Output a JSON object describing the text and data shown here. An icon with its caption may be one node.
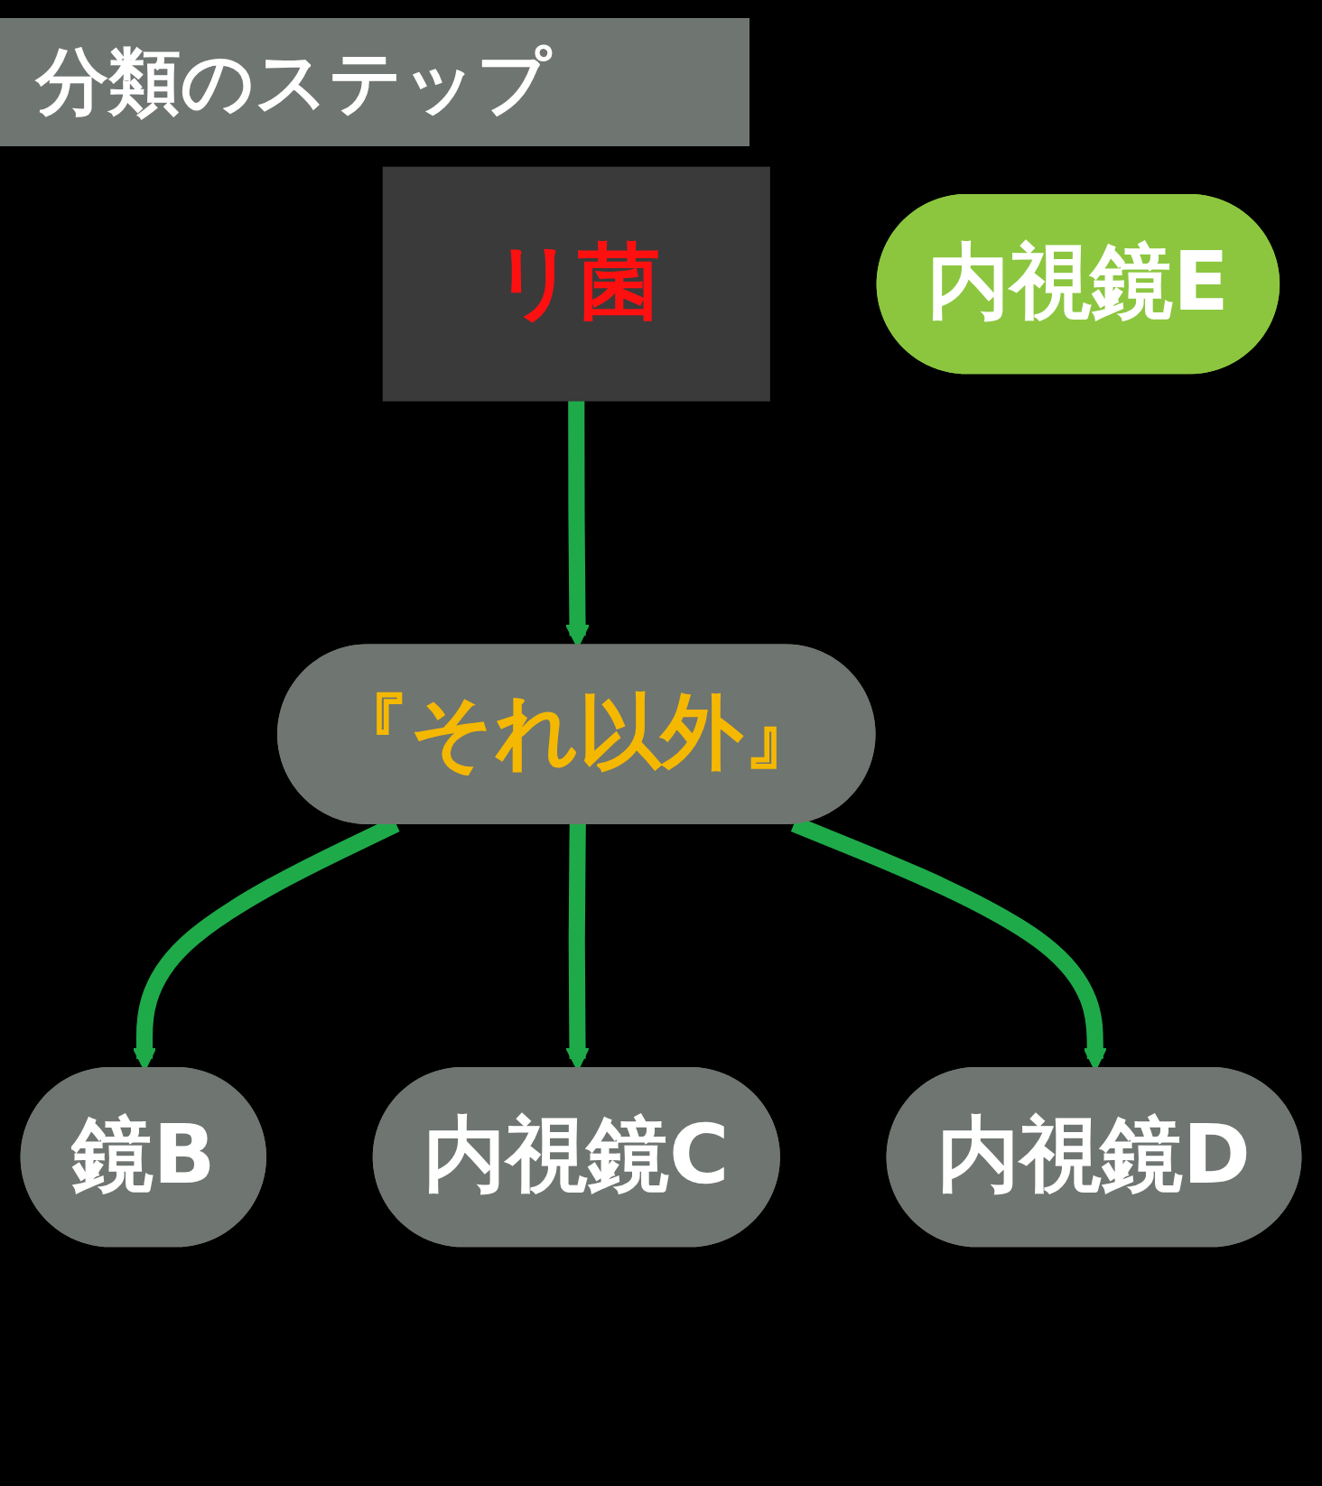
{
  "diagram": {
    "title": "分類のステップ",
    "nodes": [
      {
        "text": [
          "リ菌"
        ]
      },
      {
        "text": [
          "『それ以外』"
        ]
      },
      {
        "text": [
          "鏡B"
        ]
      },
      {
        "text": [
          "内視鏡C"
        ]
      },
      {
        "text": [
          "内視鏡D"
        ]
      },
      {
        "text": [
          "内視鏡E"
        ]
      }
    ],
    "edges": [
      {
        "from": 0,
        "to": 1,
        "arrow": "to"
      },
      {
        "from": 1,
        "to": 2,
        "arrow": "to"
      },
      {
        "from": 1,
        "to": 3,
        "arrow": "to"
      },
      {
        "from": 1,
        "to": 4,
        "arrow": "to"
      }
    ]
  }
}
